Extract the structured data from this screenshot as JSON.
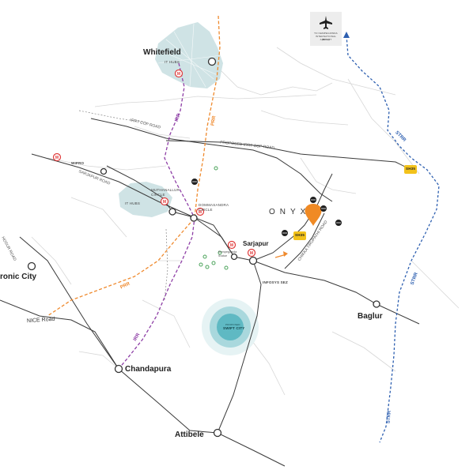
{
  "places": {
    "whitefield": "Whitefield",
    "electronic_city": "ronic City",
    "chandapura": "Chandapura",
    "attibele": "Attibele",
    "sarjapur": "Sarjapur",
    "baglur": "Baglur"
  },
  "labels": {
    "it_hubs_1": "IT HUBS",
    "it_hubs_2": "IT HUBS",
    "muthanallur": "MUTHANALLUR CIRCLE",
    "dommasandra": "DOMMASANDRA CIRCLE",
    "wipro": "WIPRO",
    "infosys": "INFOSYS SEZ",
    "swift_city": "SWIFT CITY",
    "swift_small": "PROPOSED",
    "kempegowda": "Kempegowda Statue",
    "airport": "TO KEMPEGOWDA INTERNATIONAL AIRPORT",
    "airport_code": "(BIAL)",
    "onyx": "ONYX",
    "sh35": "SH35",
    "sh35_b": "SH35"
  },
  "roads": {
    "nice_road": "NICE Road",
    "hosur_road": "HOSUR ROAD",
    "sarjapur_road": "SARJAPUR ROAD",
    "irrt_road": "IRRT COP ROAD",
    "proposed_road": "PROPOSED IRRT COP ROAD",
    "chikka_road": "CHIKKA TIRUPATHI ROAD",
    "irr1": "IRR",
    "irr2": "IRR",
    "prr1": "PRR",
    "prr2": "PRR",
    "strr1": "STRR",
    "strr2": "STRR",
    "strr3": "STRR"
  },
  "colors": {
    "irr": "#8e3fa6",
    "prr": "#ef8a2e",
    "strr": "#2d5fb0",
    "pin": "#f08a24",
    "shield": "#f2c21b",
    "metro": "#e03a3a",
    "hub": "#cfe3e5",
    "swift": "#5fb9c3"
  },
  "icons": {
    "school": "school-icon",
    "metro": "metro-icon",
    "airport": "airplane-icon",
    "pin": "location-pin-icon"
  }
}
